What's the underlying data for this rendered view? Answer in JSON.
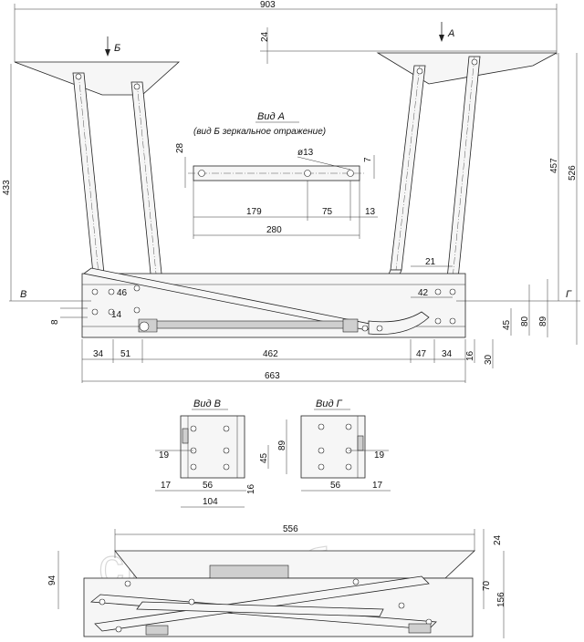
{
  "views": {
    "main": {
      "overall_width": "903",
      "top_offset": "24",
      "total_height": "526",
      "right_height": "457",
      "left_height": "433",
      "arrow_b": "Б",
      "arrow_a": "А",
      "section_v": "В",
      "section_g": "Г",
      "dims_left": [
        "46",
        "14",
        "8"
      ],
      "dims_bottom": [
        "34",
        "51",
        "462",
        "47",
        "34"
      ],
      "base_length": "663",
      "dims_right": [
        "21",
        "42",
        "45",
        "80",
        "89",
        "16",
        "30"
      ]
    },
    "view_a": {
      "title": "Вид А",
      "subtitle": "(вид Б зеркальное отражение)",
      "hole_dia": "ø13",
      "height": "28",
      "side": "7",
      "dims": [
        "179",
        "75",
        "13"
      ],
      "length": "280"
    },
    "view_v": {
      "title": "Вид В",
      "dims": [
        "19",
        "45",
        "89",
        "17",
        "56",
        "104",
        "16"
      ]
    },
    "view_g": {
      "title": "Вид Г",
      "dims": [
        "19",
        "56",
        "17"
      ]
    },
    "folded": {
      "width": "556",
      "top": "24",
      "left_height": "94",
      "right_height": "70",
      "total_height": "156"
    }
  },
  "watermark": "симпла.бел"
}
